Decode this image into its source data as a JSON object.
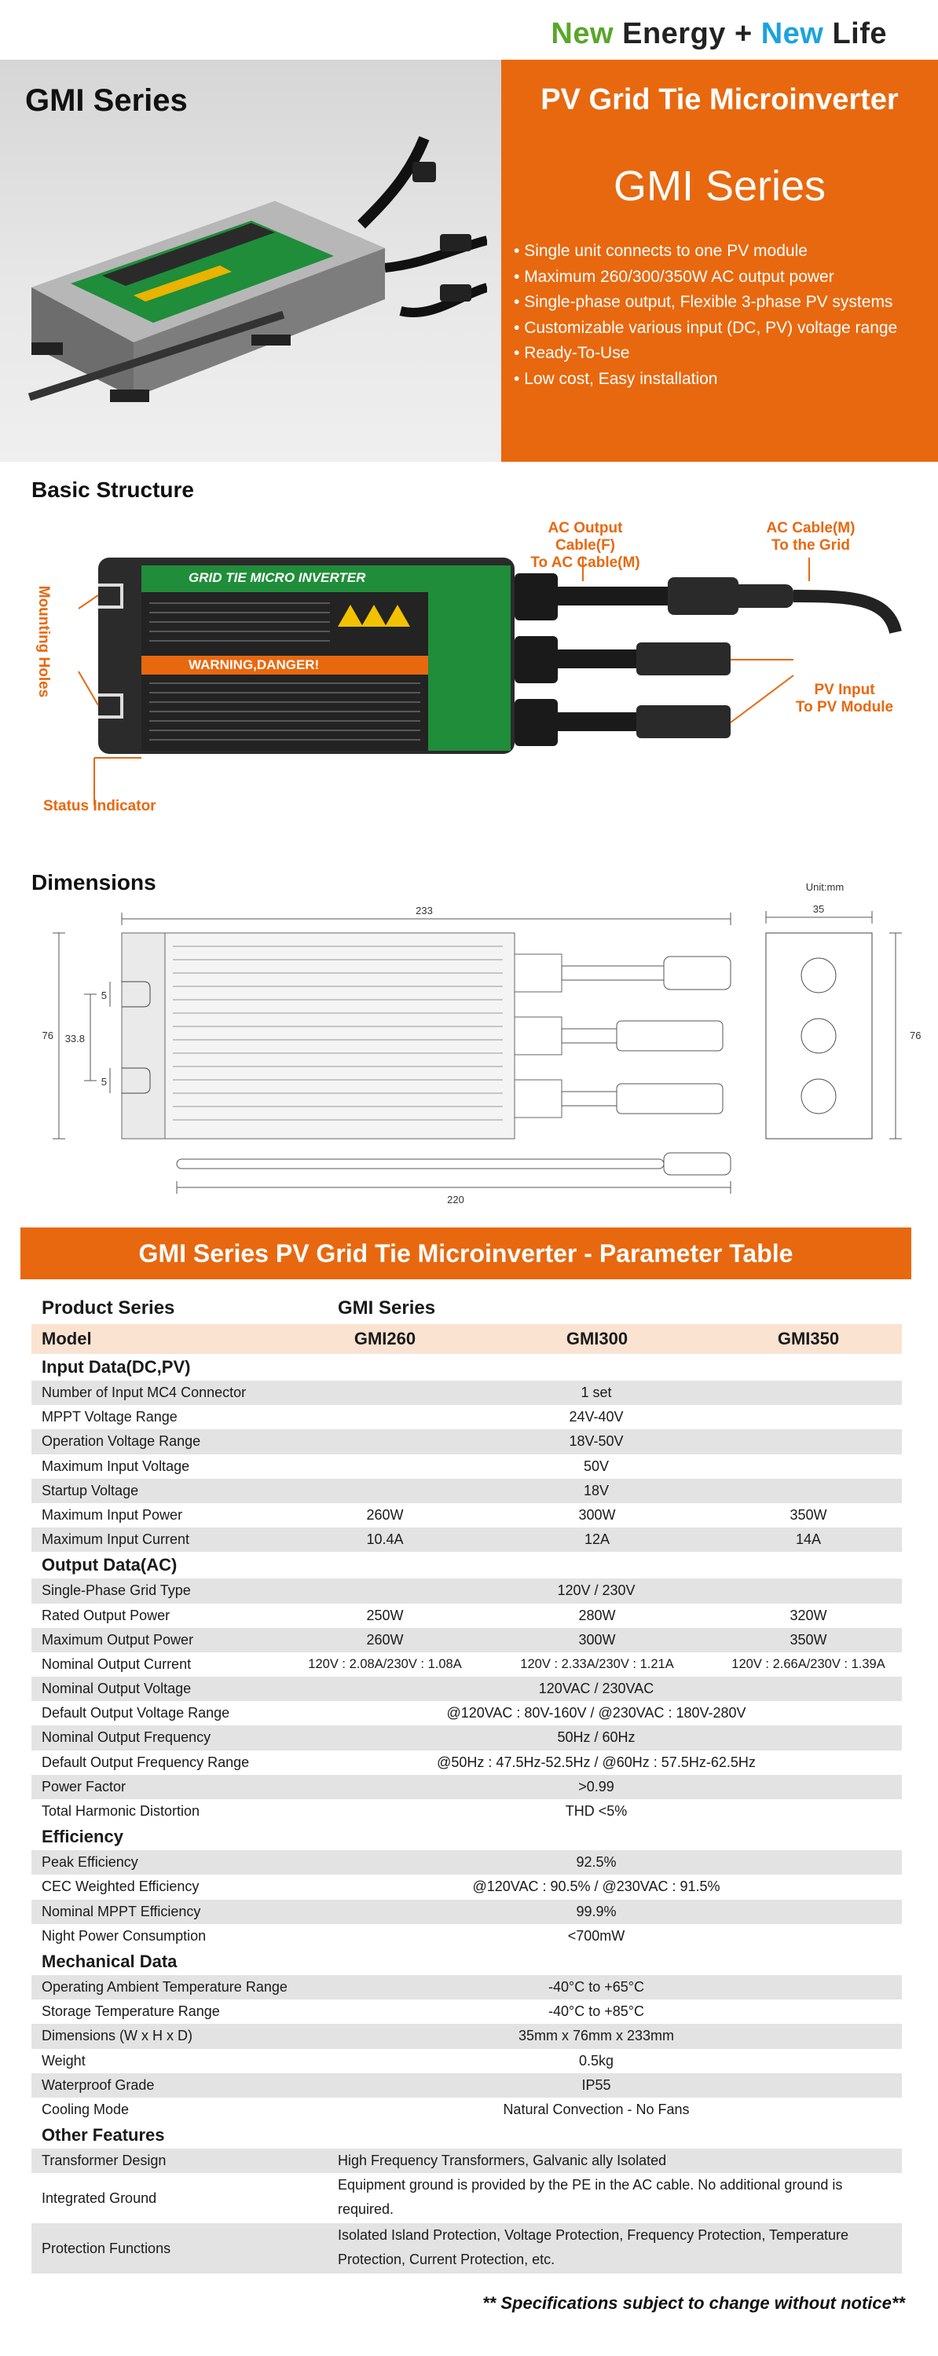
{
  "brand": {
    "new1": "New",
    "energy": "Energy +",
    "new2": "New",
    "life": "Life"
  },
  "hero": {
    "series_label": "GMI Series",
    "title": "PV Grid Tie Microinverter",
    "series_big": "GMI Series",
    "features": [
      "Single unit connects to one PV module",
      "Maximum 260/300/350W AC output power",
      "Single-phase output, Flexible 3-phase PV systems",
      "Customizable various input (DC, PV) voltage range",
      "Ready-To-Use",
      "Low cost, Easy installation"
    ]
  },
  "structure": {
    "title": "Basic Structure",
    "callouts": {
      "ac_output": "AC Output Cable(F)\nTo AC Cable(M)",
      "ac_cable": "AC Cable(M)\nTo the Grid",
      "pv_input": "PV Input\nTo PV Module",
      "mounting": "Mounting Holes",
      "status": "Status Indicator"
    },
    "label_title": "GRID TIE MICRO INVERTER",
    "label_warning": "WARNING,DANGER!"
  },
  "dimensions": {
    "title": "Dimensions",
    "unit": "Unit:mm",
    "length": "233",
    "cable": "220",
    "height": "76",
    "height_right": "76",
    "mid": "33.8",
    "hole1": "5",
    "hole2": "5",
    "width": "35"
  },
  "table": {
    "banner": "GMI Series PV Grid Tie Microinverter - Parameter Table",
    "product_series_label": "Product Series",
    "product_series_value": "GMI Series",
    "model_label": "Model",
    "models": [
      "GMI260",
      "GMI300",
      "GMI350"
    ],
    "sections": {
      "input": "Input Data(DC,PV)",
      "output": "Output Data(AC)",
      "efficiency": "Efficiency",
      "mechanical": "Mechanical Data",
      "other": "Other Features"
    },
    "rows": {
      "mc4": {
        "label": "Number of Input MC4 Connector",
        "value": "1 set"
      },
      "mppt": {
        "label": "MPPT Voltage Range",
        "value": "24V-40V"
      },
      "oper_v": {
        "label": "Operation Voltage Range",
        "value": "18V-50V"
      },
      "max_in_v": {
        "label": "Maximum Input Voltage",
        "value": "50V"
      },
      "startup": {
        "label": "Startup Voltage",
        "value": "18V"
      },
      "max_in_p": {
        "label": "Maximum Input Power",
        "v1": "260W",
        "v2": "300W",
        "v3": "350W"
      },
      "max_in_i": {
        "label": "Maximum Input Current",
        "v1": "10.4A",
        "v2": "12A",
        "v3": "14A"
      },
      "grid_type": {
        "label": "Single-Phase Grid Type",
        "value": "120V  /  230V"
      },
      "rated_p": {
        "label": "Rated Output Power",
        "v1": "250W",
        "v2": "280W",
        "v3": "320W"
      },
      "max_out_p": {
        "label": "Maximum Output Power",
        "v1": "260W",
        "v2": "300W",
        "v3": "350W"
      },
      "nom_i": {
        "label": "Nominal Output Current",
        "v1": "120V : 2.08A/230V : 1.08A",
        "v2": "120V : 2.33A/230V : 1.21A",
        "v3": "120V : 2.66A/230V : 1.39A"
      },
      "nom_v": {
        "label": "Nominal Output Voltage",
        "value": "120VAC  /  230VAC"
      },
      "def_v": {
        "label": "Default Output Voltage Range",
        "value": "@120VAC : 80V-160V  /  @230VAC : 180V-280V"
      },
      "nom_f": {
        "label": "Nominal Output Frequency",
        "value": "50Hz  /  60Hz"
      },
      "def_f": {
        "label": "Default Output Frequency Range",
        "value": "@50Hz : 47.5Hz-52.5Hz  /  @60Hz : 57.5Hz-62.5Hz"
      },
      "pf": {
        "label": "Power Factor",
        "value": ">0.99"
      },
      "thd": {
        "label": "Total Harmonic Distortion",
        "value": "THD <5%"
      },
      "peak": {
        "label": "Peak Efficiency",
        "value": "92.5%"
      },
      "cec": {
        "label": "CEC Weighted Efficiency",
        "value": "@120VAC : 90.5%  /  @230VAC : 91.5%"
      },
      "nom_mppt": {
        "label": "Nominal MPPT Efficiency",
        "value": "99.9%"
      },
      "night": {
        "label": "Night Power Consumption",
        "value": "<700mW"
      },
      "op_temp": {
        "label": "Operating Ambient Temperature Range",
        "value": "-40°C to +65°C"
      },
      "st_temp": {
        "label": "Storage Temperature Range",
        "value": "-40°C to +85°C"
      },
      "dims": {
        "label": "Dimensions (W x H x D)",
        "value": "35mm x 76mm x 233mm"
      },
      "weight": {
        "label": "Weight",
        "value": "0.5kg"
      },
      "ip": {
        "label": "Waterproof Grade",
        "value": "IP55"
      },
      "cooling": {
        "label": "Cooling Mode",
        "value": "Natural Convection - No Fans"
      },
      "transformer": {
        "label": "Transformer Design",
        "value": "High Frequency Transformers, Galvanic ally Isolated"
      },
      "ground": {
        "label": "Integrated Ground",
        "value": "Equipment ground is provided by the PE in the AC cable. No additional ground is required."
      },
      "protection": {
        "label": "Protection Functions",
        "value": "Isolated Island Protection, Voltage Protection, Frequency Protection, Temperature Protection, Current Protection, etc."
      }
    },
    "footnote": "** Specifications subject to change without notice**"
  },
  "colors": {
    "orange": "#e8680f",
    "green": "#5aa62a",
    "blue": "#1aa3e0",
    "gray_row": "#e3e3e3",
    "peach_row": "#fbe3d1"
  }
}
